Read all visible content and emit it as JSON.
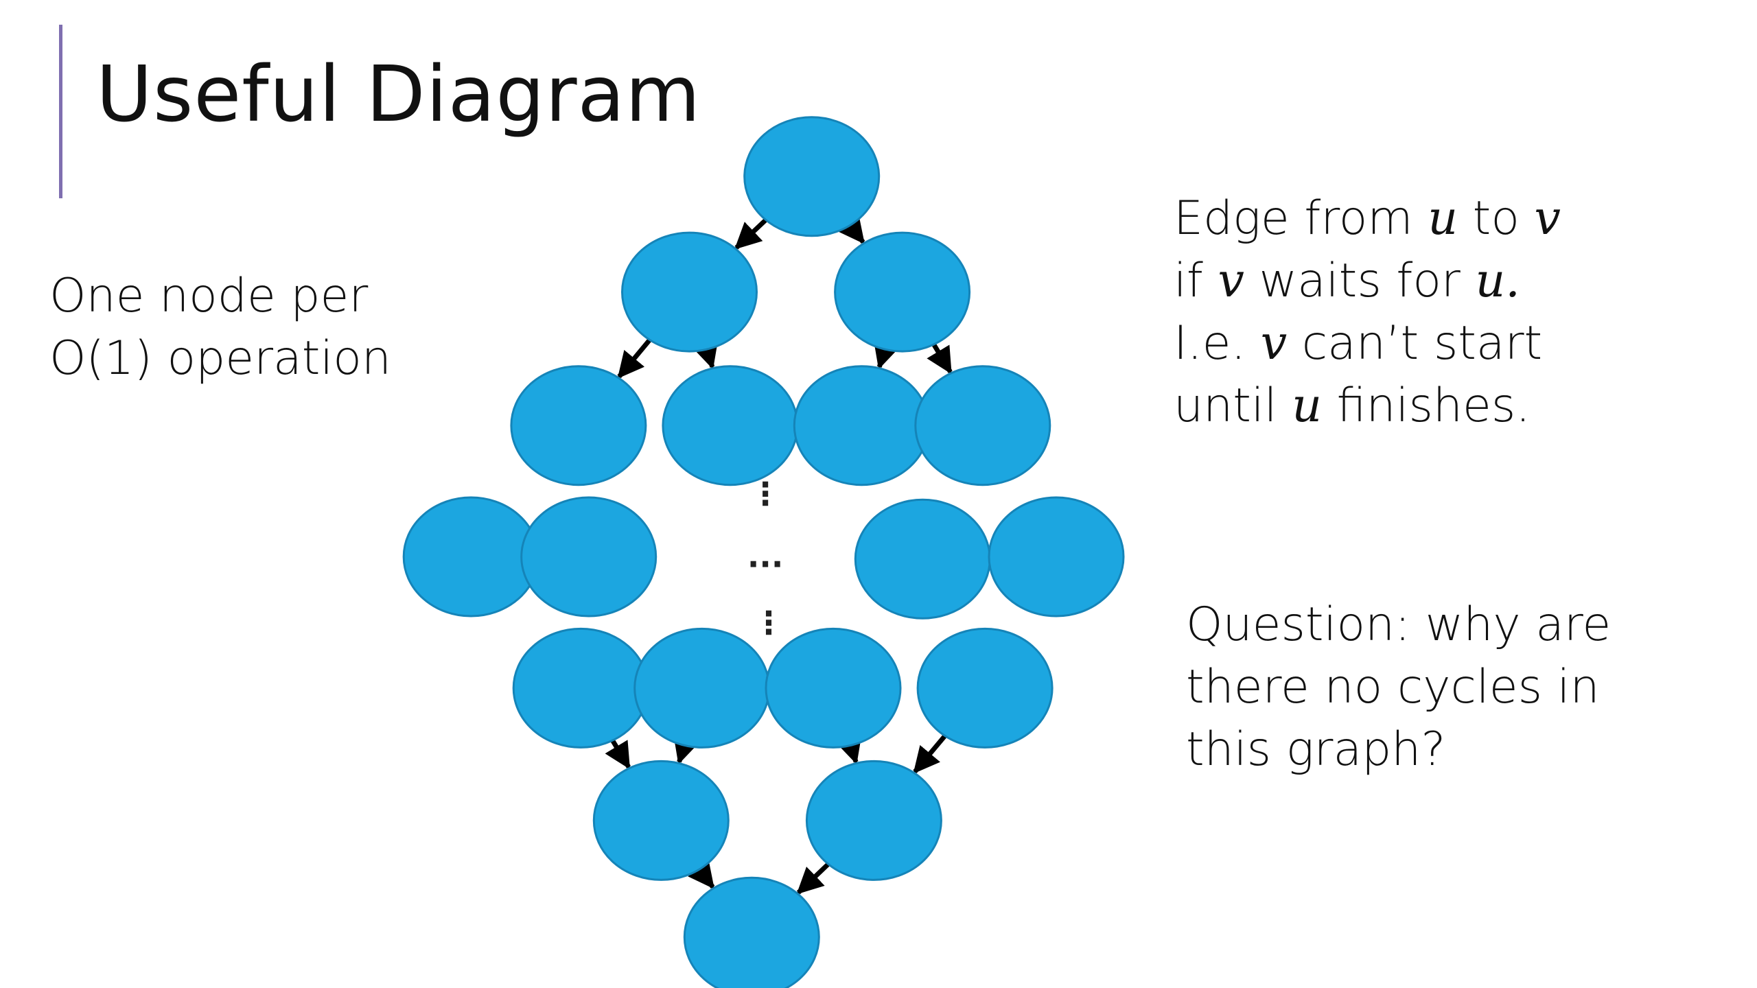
{
  "slide": {
    "title": "Useful Diagram",
    "accent_color": "#7f6fb0",
    "left_note": {
      "line1": "One node per",
      "line2": "O(1) operation"
    },
    "right_note": {
      "line1": {
        "a": "Edge from ",
        "u": "u",
        "b": " to ",
        "v": "v"
      },
      "line2": {
        "a": "if ",
        "v": "v",
        "b": " waits for ",
        "u": "u",
        "c": "."
      },
      "line3": {
        "a": "I.e. ",
        "v": "v",
        "b": " can’t start"
      },
      "line4": {
        "a": "until ",
        "u": "u",
        "b": " finishes."
      }
    },
    "question": {
      "line1": "Question: why are",
      "line2": "there no cycles in",
      "line3": "this graph?"
    }
  },
  "diagram": {
    "node_color": "#1ca6e0",
    "node_stroke": "#1584b8",
    "edge_color": "#000000",
    "ellipsis_horizontal": "···",
    "ellipsis_vertical": "⋮"
  }
}
